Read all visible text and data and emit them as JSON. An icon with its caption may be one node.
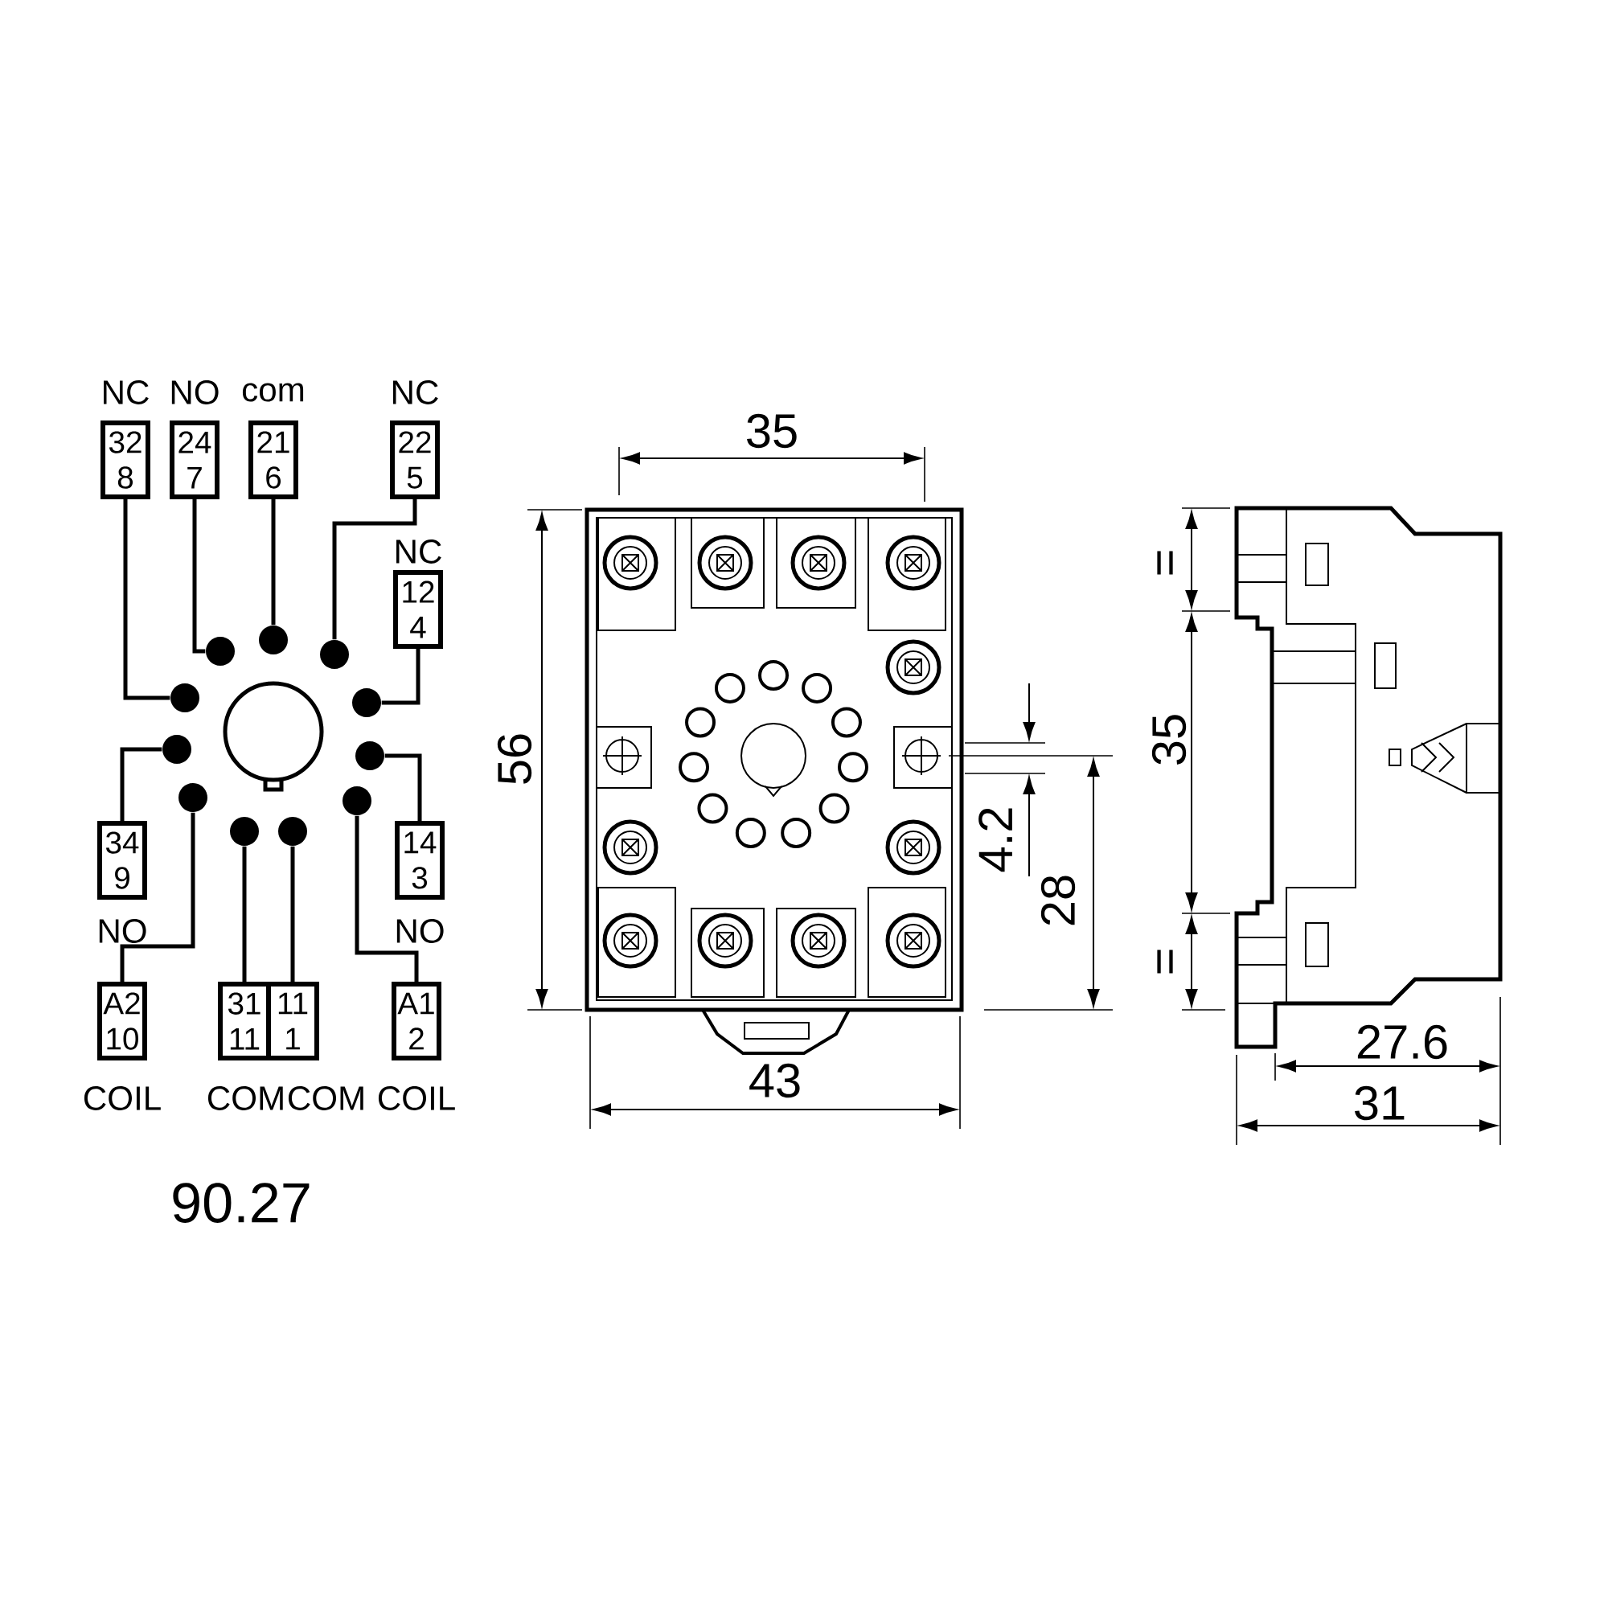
{
  "diagram": {
    "nodes": [
      {
        "text": [
          "NC",
          "32",
          "8"
        ]
      },
      {
        "text": [
          "NO",
          "24",
          "7"
        ]
      },
      {
        "text": [
          "com",
          "21",
          "6"
        ]
      },
      {
        "text": [
          "NC",
          "22",
          "5"
        ]
      },
      {
        "text": [
          "NC",
          "12",
          "4"
        ]
      },
      {
        "text": [
          "34",
          "9",
          "NO"
        ]
      },
      {
        "text": [
          "14",
          "3",
          "NO"
        ]
      },
      {
        "text": [
          "A2",
          "10",
          "COIL"
        ]
      },
      {
        "text": [
          "31",
          "11",
          "COM"
        ]
      },
      {
        "text": [
          "11",
          "1",
          "COM"
        ]
      },
      {
        "text": [
          "A1",
          "2",
          "COIL"
        ]
      },
      {
        "text": [],
        "shape": "circle"
      },
      {
        "text": [],
        "shape": "circle"
      },
      {
        "text": [],
        "shape": "circle"
      },
      {
        "text": [],
        "shape": "circle"
      },
      {
        "text": [],
        "shape": "circle"
      },
      {
        "text": [],
        "shape": "circle"
      },
      {
        "text": [],
        "shape": "circle"
      },
      {
        "text": [],
        "shape": "circle"
      },
      {
        "text": [],
        "shape": "circle"
      },
      {
        "text": [],
        "shape": "circle"
      },
      {
        "text": [],
        "shape": "circle"
      }
    ],
    "edges": [
      {
        "from": 0,
        "to": 14,
        "arrow": "none"
      },
      {
        "from": 1,
        "to": 12,
        "arrow": "none"
      },
      {
        "from": 2,
        "to": 11,
        "arrow": "none"
      },
      {
        "from": 3,
        "to": 13,
        "arrow": "none"
      },
      {
        "from": 4,
        "to": 15,
        "arrow": "none"
      },
      {
        "from": 5,
        "to": 16,
        "arrow": "none"
      },
      {
        "from": 6,
        "to": 17,
        "arrow": "none"
      },
      {
        "from": 7,
        "to": 18,
        "arrow": "none"
      },
      {
        "from": 8,
        "to": 20,
        "arrow": "none"
      },
      {
        "from": 9,
        "to": 21,
        "arrow": "none"
      },
      {
        "from": 10,
        "to": 19,
        "arrow": "none"
      }
    ],
    "labels": [
      "35",
      "56",
      "4.2",
      "28",
      "43",
      "=",
      "35",
      "=",
      "27.6",
      "31",
      "90.27"
    ]
  }
}
